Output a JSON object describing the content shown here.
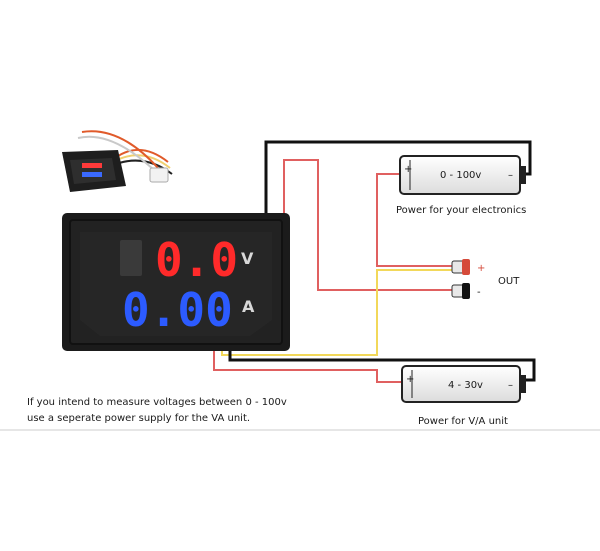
{
  "meter": {
    "voltage_display": "0.0",
    "current_display": "0.00",
    "voltage_unit": "V",
    "current_unit": "A",
    "colors": {
      "voltage": "#ff2a2a",
      "current": "#2c5bff",
      "body": "#1b1b1b"
    }
  },
  "battery_top": {
    "range": "0 - 100v",
    "caption": "Power for your electronics",
    "plus": "+",
    "minus": "–"
  },
  "battery_bottom": {
    "range": "4 - 30v",
    "caption": "Power for V/A unit",
    "plus": "+",
    "minus": "–"
  },
  "output": {
    "label": "OUT",
    "plus": "+",
    "minus": "-"
  },
  "wire_colors": {
    "black": "#111111",
    "red": "#e06060",
    "yellow": "#f2d85a"
  },
  "note": {
    "line1": "If you intend to measure voltages between 0 - 100v",
    "line2": "use a seperate power supply for the VA unit."
  }
}
